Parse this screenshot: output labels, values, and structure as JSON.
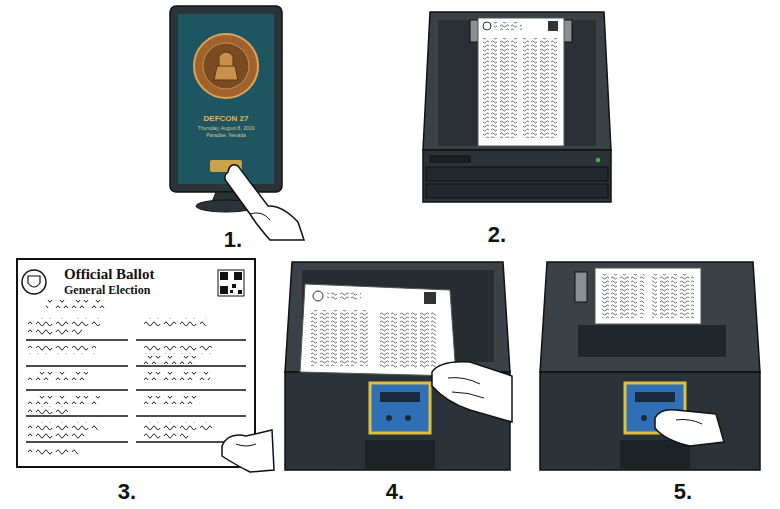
{
  "diagram": {
    "nodes": [
      {
        "text": [
          "DEFCON 27",
          "Thursday, August 8, 2019",
          "Paradise, Nevada"
        ]
      },
      {
        "text": [
          "Official Ballot",
          "General Election"
        ]
      }
    ],
    "labels": [
      "1.",
      "2.",
      "3.",
      "4.",
      "5."
    ]
  }
}
